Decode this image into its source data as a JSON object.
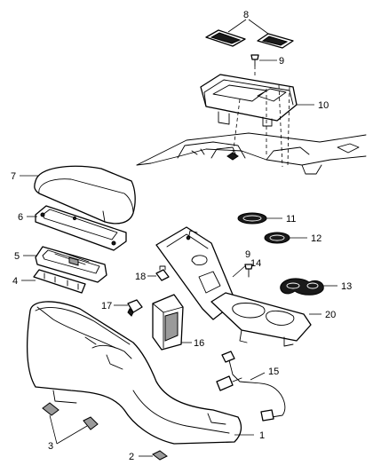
{
  "callouts": [
    {
      "id": "c1",
      "text": "1"
    },
    {
      "id": "c2",
      "text": "2"
    },
    {
      "id": "c3",
      "text": "3"
    },
    {
      "id": "c4",
      "text": "4"
    },
    {
      "id": "c5",
      "text": "5"
    },
    {
      "id": "c6",
      "text": "6"
    },
    {
      "id": "c7",
      "text": "7"
    },
    {
      "id": "c8",
      "text": "8"
    },
    {
      "id": "c9a",
      "text": "9"
    },
    {
      "id": "c9b",
      "text": "9"
    },
    {
      "id": "c10",
      "text": "10"
    },
    {
      "id": "c11",
      "text": "11"
    },
    {
      "id": "c12",
      "text": "12"
    },
    {
      "id": "c13",
      "text": "13"
    },
    {
      "id": "c14",
      "text": "14"
    },
    {
      "id": "c15",
      "text": "15"
    },
    {
      "id": "c16",
      "text": "16"
    },
    {
      "id": "c17",
      "text": "17"
    },
    {
      "id": "c18",
      "text": "18"
    },
    {
      "id": "c20",
      "text": "20"
    }
  ]
}
